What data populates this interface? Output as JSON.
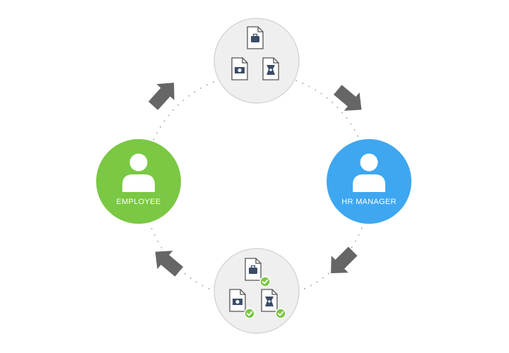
{
  "diagram": {
    "nodes": {
      "employee": {
        "label": "EMPLOYEE",
        "color": "#7ac843",
        "icon": "user-icon"
      },
      "hr_manager": {
        "label": "HR MANAGER",
        "color": "#3ea7ef",
        "icon": "user-icon"
      },
      "submitted_documents": {
        "color": "#efefef",
        "status": "pending",
        "documents": [
          "briefcase-document-icon",
          "money-document-icon",
          "medical-document-icon"
        ]
      },
      "approved_documents": {
        "color": "#efefef",
        "status": "approved",
        "documents": [
          "briefcase-document-icon",
          "money-document-icon",
          "medical-document-icon"
        ],
        "check_color": "#7ac843"
      }
    },
    "flow": [
      {
        "from": "employee",
        "to": "submitted_documents"
      },
      {
        "from": "submitted_documents",
        "to": "hr_manager"
      },
      {
        "from": "hr_manager",
        "to": "approved_documents"
      },
      {
        "from": "approved_documents",
        "to": "employee"
      }
    ],
    "arrow_color": "#666666",
    "dash_color": "#aaaaaa"
  }
}
